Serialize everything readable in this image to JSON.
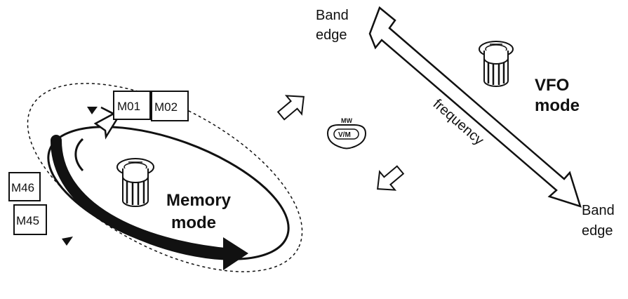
{
  "band_edge_top": {
    "line1": "Band",
    "line2": "edge"
  },
  "band_edge_bottom": {
    "line1": "Band",
    "line2": "edge"
  },
  "frequency_label": "frequency",
  "vfo_mode": {
    "line1": "VFO",
    "line2": "mode"
  },
  "memory_mode": {
    "line1": "Memory",
    "line2": "mode"
  },
  "button": {
    "top_label": "MW",
    "main_label": "V/M"
  },
  "memory_channels": [
    "M01",
    "M02",
    "M46",
    "M45"
  ]
}
